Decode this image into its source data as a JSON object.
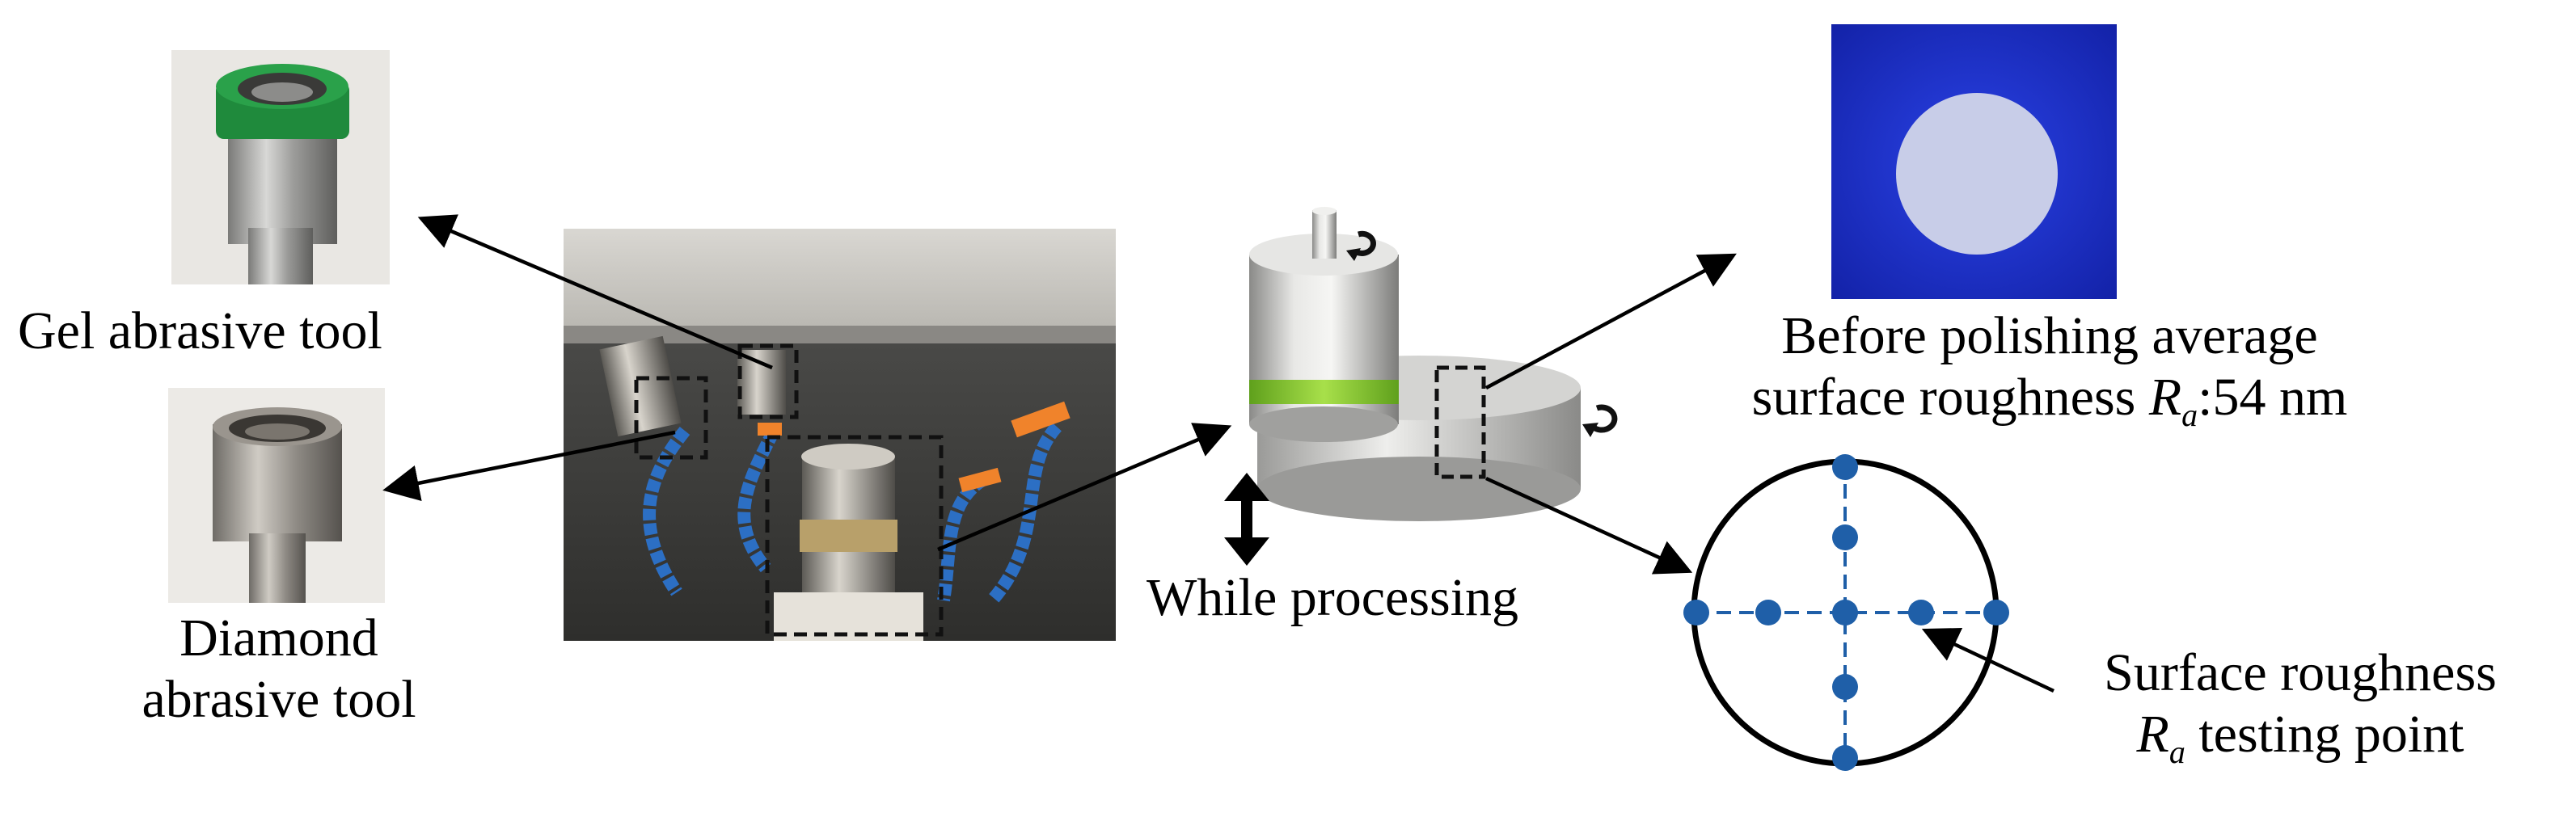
{
  "labels": {
    "gel_tool": "Gel abrasive tool",
    "diamond_tool_line1": "Diamond",
    "diamond_tool_line2": "abrasive tool",
    "while_processing": "While processing",
    "before_polishing_line1": "Before polishing average",
    "before_polishing_line2_prefix": "surface roughness ",
    "ra_symbol": "R",
    "ra_subscript": "a",
    "before_polishing_value": ":54 nm",
    "testing_point_line1": "Surface roughness",
    "testing_point_line2_suffix": " testing point"
  },
  "colors": {
    "tool_ring_green": "#1f8a3c",
    "test_point_blue": "#1f5fa8",
    "wafer_background_blue": "#1a2fd0",
    "polish_band_green": "#7ec22a"
  }
}
